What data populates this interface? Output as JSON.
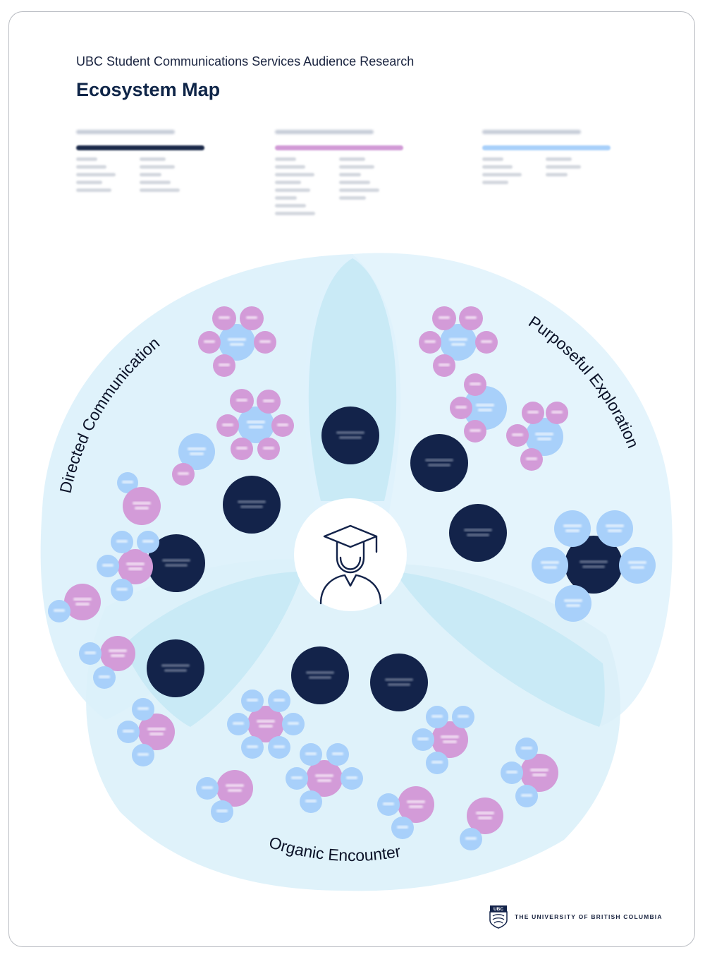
{
  "header": {
    "subtitle": "UBC Student Communications Services Audience Research",
    "title": "Ecosystem Map"
  },
  "legend": [
    {
      "color": "#1b2a4a",
      "rows": [
        5,
        5
      ]
    },
    {
      "color": "#d19ad6",
      "rows": [
        8,
        6
      ]
    },
    {
      "color": "#a8d0fa",
      "rows": [
        4,
        3
      ]
    }
  ],
  "sections": {
    "directed": "Directed Communication",
    "purposeful": "Purposeful Exploration",
    "organic": "Organic Encounter"
  },
  "colors": {
    "zone": "#dcf1fb",
    "overlap": "#c5e9f7",
    "method": "#13234a",
    "source": "#d39bd8",
    "type": "#a8d0fa"
  },
  "footer": {
    "university": "THE UNIVERSITY OF BRITISH COLUMBIA",
    "crest_text": "UBC"
  }
}
